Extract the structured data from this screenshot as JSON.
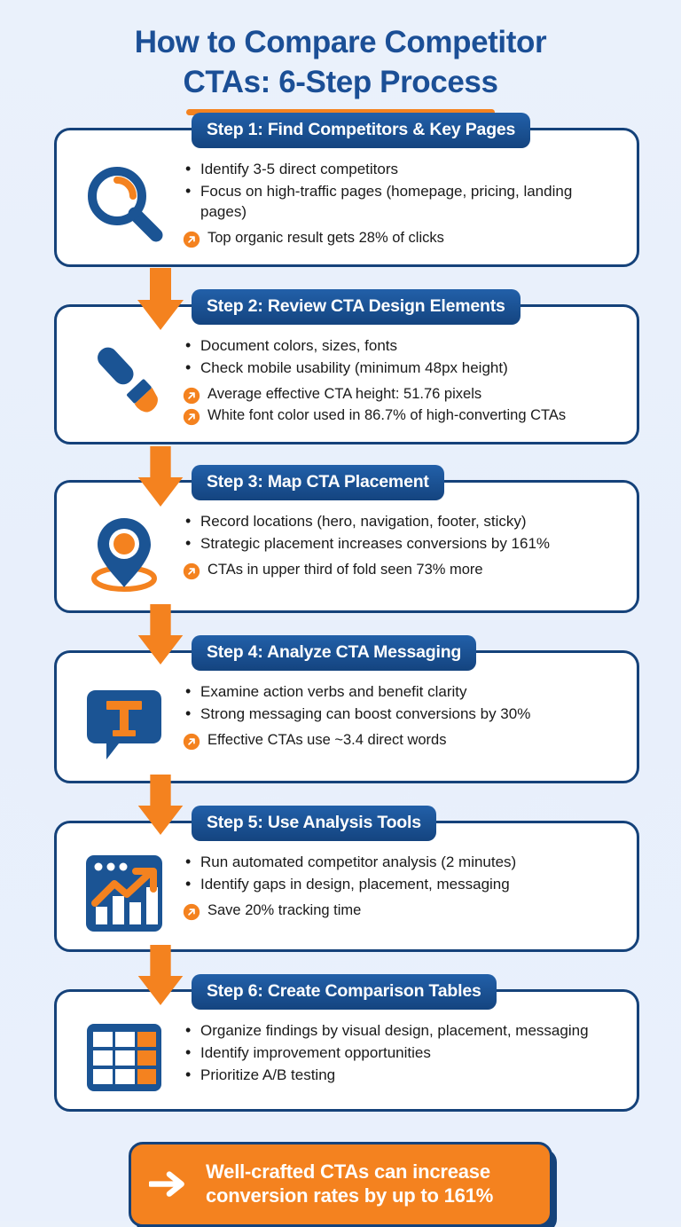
{
  "title": {
    "line1": "How to Compare Competitor",
    "line2": "CTAs: 6-Step Process"
  },
  "colors": {
    "navy": "#15427a",
    "blue": "#1b4f96",
    "badge_blue": "#1d5fa8",
    "orange": "#f4821f",
    "background": "#eaf1fb",
    "card_white": "#ffffff"
  },
  "steps": [
    {
      "badge": "Step 1: Find Competitors & Key Pages",
      "icon": "magnifier-icon",
      "bullets": [
        "Identify 3-5 direct competitors",
        "Focus on high-traffic pages (homepage, pricing, landing pages)"
      ],
      "stats": [
        "Top organic result gets 28% of clicks"
      ]
    },
    {
      "badge": "Step 2: Review CTA Design Elements",
      "icon": "paintbrush-icon",
      "bullets": [
        "Document colors, sizes, fonts",
        "Check mobile usability (minimum 48px height)"
      ],
      "stats": [
        "Average effective CTA height: 51.76 pixels",
        "White font color used in 86.7% of high-converting CTAs"
      ]
    },
    {
      "badge": "Step 3: Map CTA Placement",
      "icon": "location-pin-icon",
      "bullets": [
        "Record locations (hero, navigation, footer, sticky)",
        "Strategic placement increases conversions by 161%"
      ],
      "stats": [
        "CTAs in upper third of fold seen 73% more"
      ]
    },
    {
      "badge": "Step 4: Analyze CTA Messaging",
      "icon": "speech-bubble-text-icon",
      "bullets": [
        "Examine action verbs and benefit clarity",
        "Strong messaging can boost conversions by 30%"
      ],
      "stats": [
        "Effective CTAs use ~3.4 direct words"
      ]
    },
    {
      "badge": "Step 5: Use Analysis Tools",
      "icon": "analytics-chart-icon",
      "bullets": [
        "Run automated competitor analysis (2 minutes)",
        "Identify gaps in design, placement, messaging"
      ],
      "stats": [
        "Save 20% tracking time"
      ]
    },
    {
      "badge": "Step 6: Create Comparison Tables",
      "icon": "table-grid-icon",
      "bullets": [
        "Organize findings by visual design, placement, messaging",
        "Identify improvement opportunities",
        "Prioritize A/B testing"
      ],
      "stats": []
    }
  ],
  "footer": {
    "icon": "right-arrow-icon",
    "line1": "Well-crafted CTAs can increase",
    "line2": "conversion rates by up to 161%"
  }
}
